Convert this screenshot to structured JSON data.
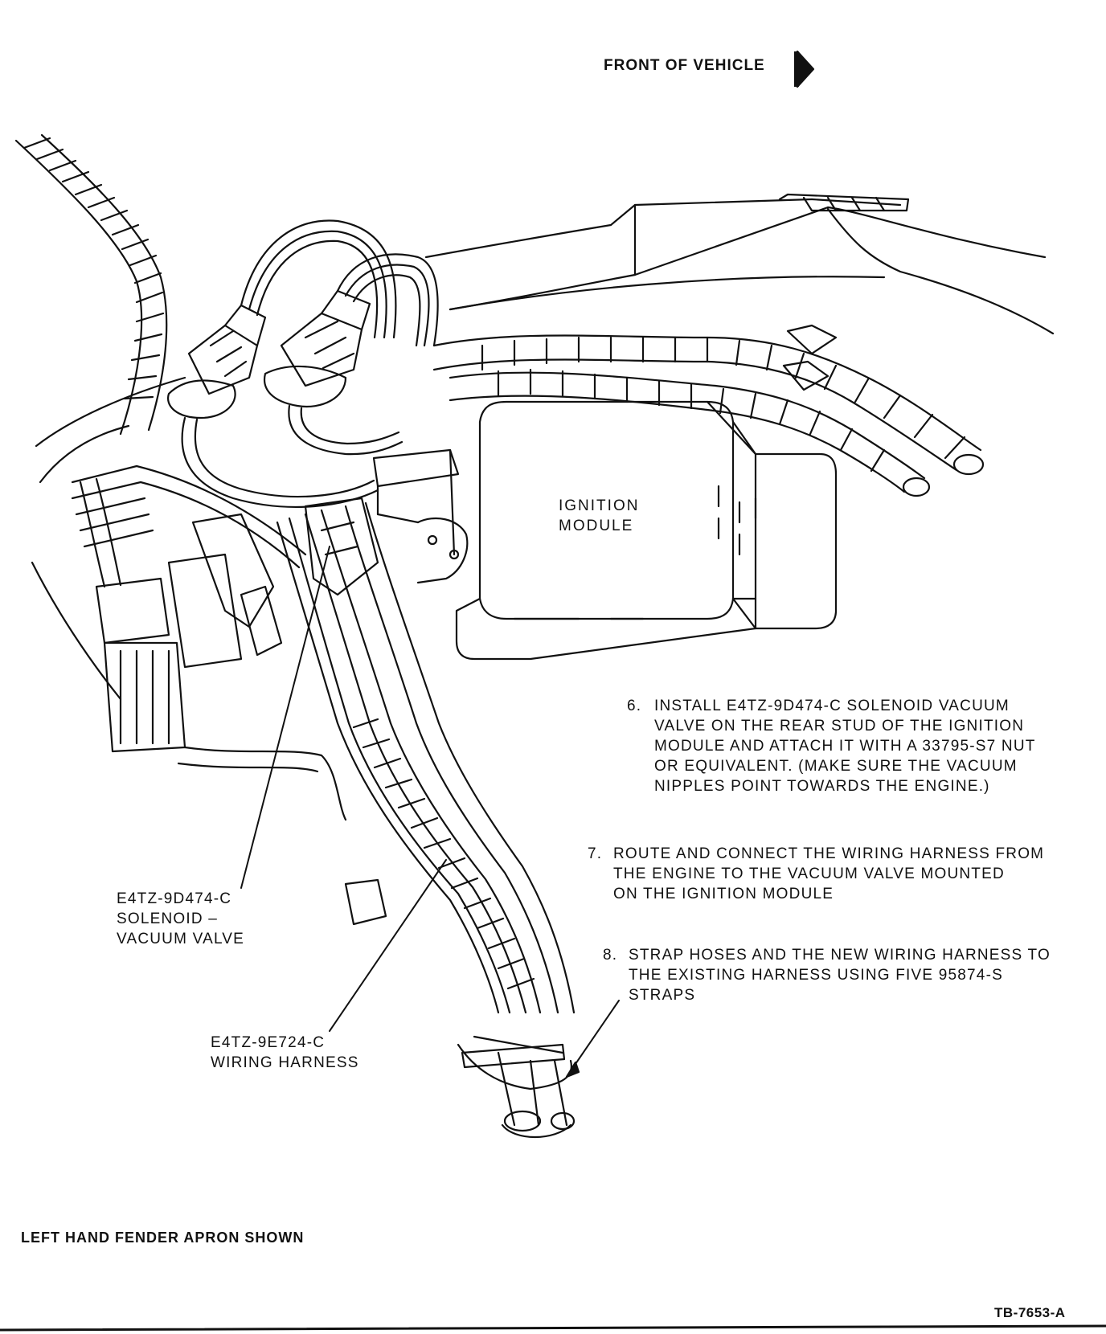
{
  "header": {
    "front_of_vehicle": "FRONT OF VEHICLE"
  },
  "module_label": {
    "line1": "IGNITION",
    "line2": "MODULE"
  },
  "steps": [
    {
      "number": "6.",
      "lines": [
        "INSTALL E4TZ-9D474-C SOLENOID VACUUM",
        "VALVE ON THE REAR STUD OF THE IGNITION",
        "MODULE AND ATTACH IT WITH A 33795-S7 NUT",
        "OR EQUIVALENT. (MAKE SURE THE VACUUM",
        "NIPPLES POINT TOWARDS THE ENGINE.)"
      ]
    },
    {
      "number": "7.",
      "lines": [
        "ROUTE AND CONNECT THE WIRING HARNESS FROM",
        "THE ENGINE TO THE VACUUM VALVE MOUNTED",
        "ON THE IGNITION MODULE"
      ]
    },
    {
      "number": "8.",
      "lines": [
        "STRAP HOSES AND THE NEW WIRING HARNESS TO",
        "THE EXISTING HARNESS USING FIVE 95874-S",
        "STRAPS"
      ]
    }
  ],
  "callouts": {
    "solenoid": [
      "E4TZ-9D474-C",
      "SOLENOID –",
      "VACUUM VALVE"
    ],
    "harness": [
      "E4TZ-9E724-C",
      "WIRING HARNESS"
    ]
  },
  "footer": {
    "note": "LEFT HAND FENDER APRON SHOWN",
    "figure_id": "TB-7653-A"
  }
}
